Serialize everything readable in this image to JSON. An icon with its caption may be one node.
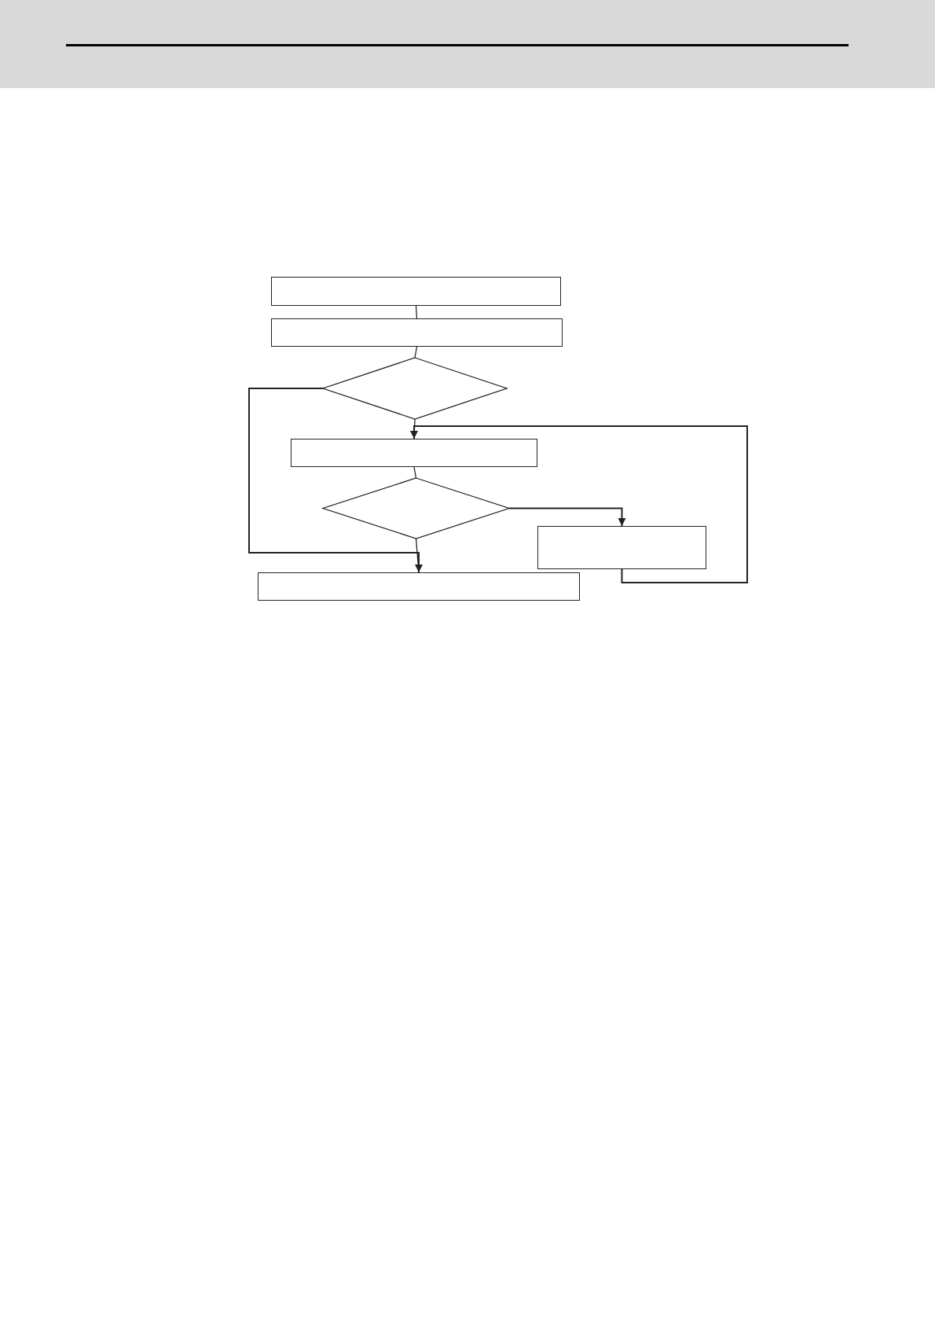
{
  "diagram": {
    "nodes": [
      {
        "text": [],
        "shape": "box"
      },
      {
        "text": [],
        "shape": "box"
      },
      {
        "text": [],
        "shape": "diamond"
      },
      {
        "text": [],
        "shape": "box"
      },
      {
        "text": [],
        "shape": "diamond"
      },
      {
        "text": [],
        "shape": "box"
      },
      {
        "text": [],
        "shape": "box"
      }
    ],
    "edges": [
      {
        "from": 0,
        "to": 1,
        "arrow": "none"
      },
      {
        "from": 1,
        "to": 2,
        "arrow": "none"
      },
      {
        "from": 2,
        "to": 3,
        "arrow": "none"
      },
      {
        "from": 3,
        "to": 4,
        "arrow": "none"
      },
      {
        "from": 4,
        "to": 6,
        "arrow": "none"
      },
      {
        "from": 2,
        "to": 6,
        "arrow": "to"
      },
      {
        "from": 4,
        "to": 5,
        "arrow": "to"
      },
      {
        "from": 5,
        "to": 3,
        "arrow": "to"
      }
    ]
  }
}
